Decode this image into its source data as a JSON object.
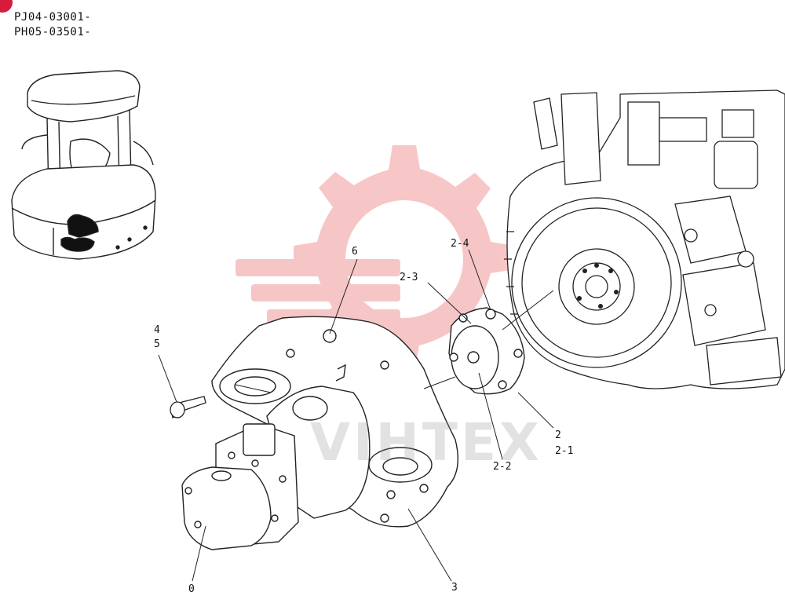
{
  "serial_numbers": [
    "PJ04-03001-",
    "PH05-03501-"
  ],
  "watermark": {
    "text": "VIHTEX",
    "color": "#f2a6a6"
  },
  "callouts": {
    "c0": "0",
    "c2": "2",
    "c2_1": "2-1",
    "c2_2": "2-2",
    "c2_3": "2-3",
    "c2_4": "2-4",
    "c3": "3",
    "c4": "4",
    "c5": "5",
    "c6": "6"
  },
  "colors": {
    "corner_marker": "#d81b3a",
    "line": "#222222"
  }
}
